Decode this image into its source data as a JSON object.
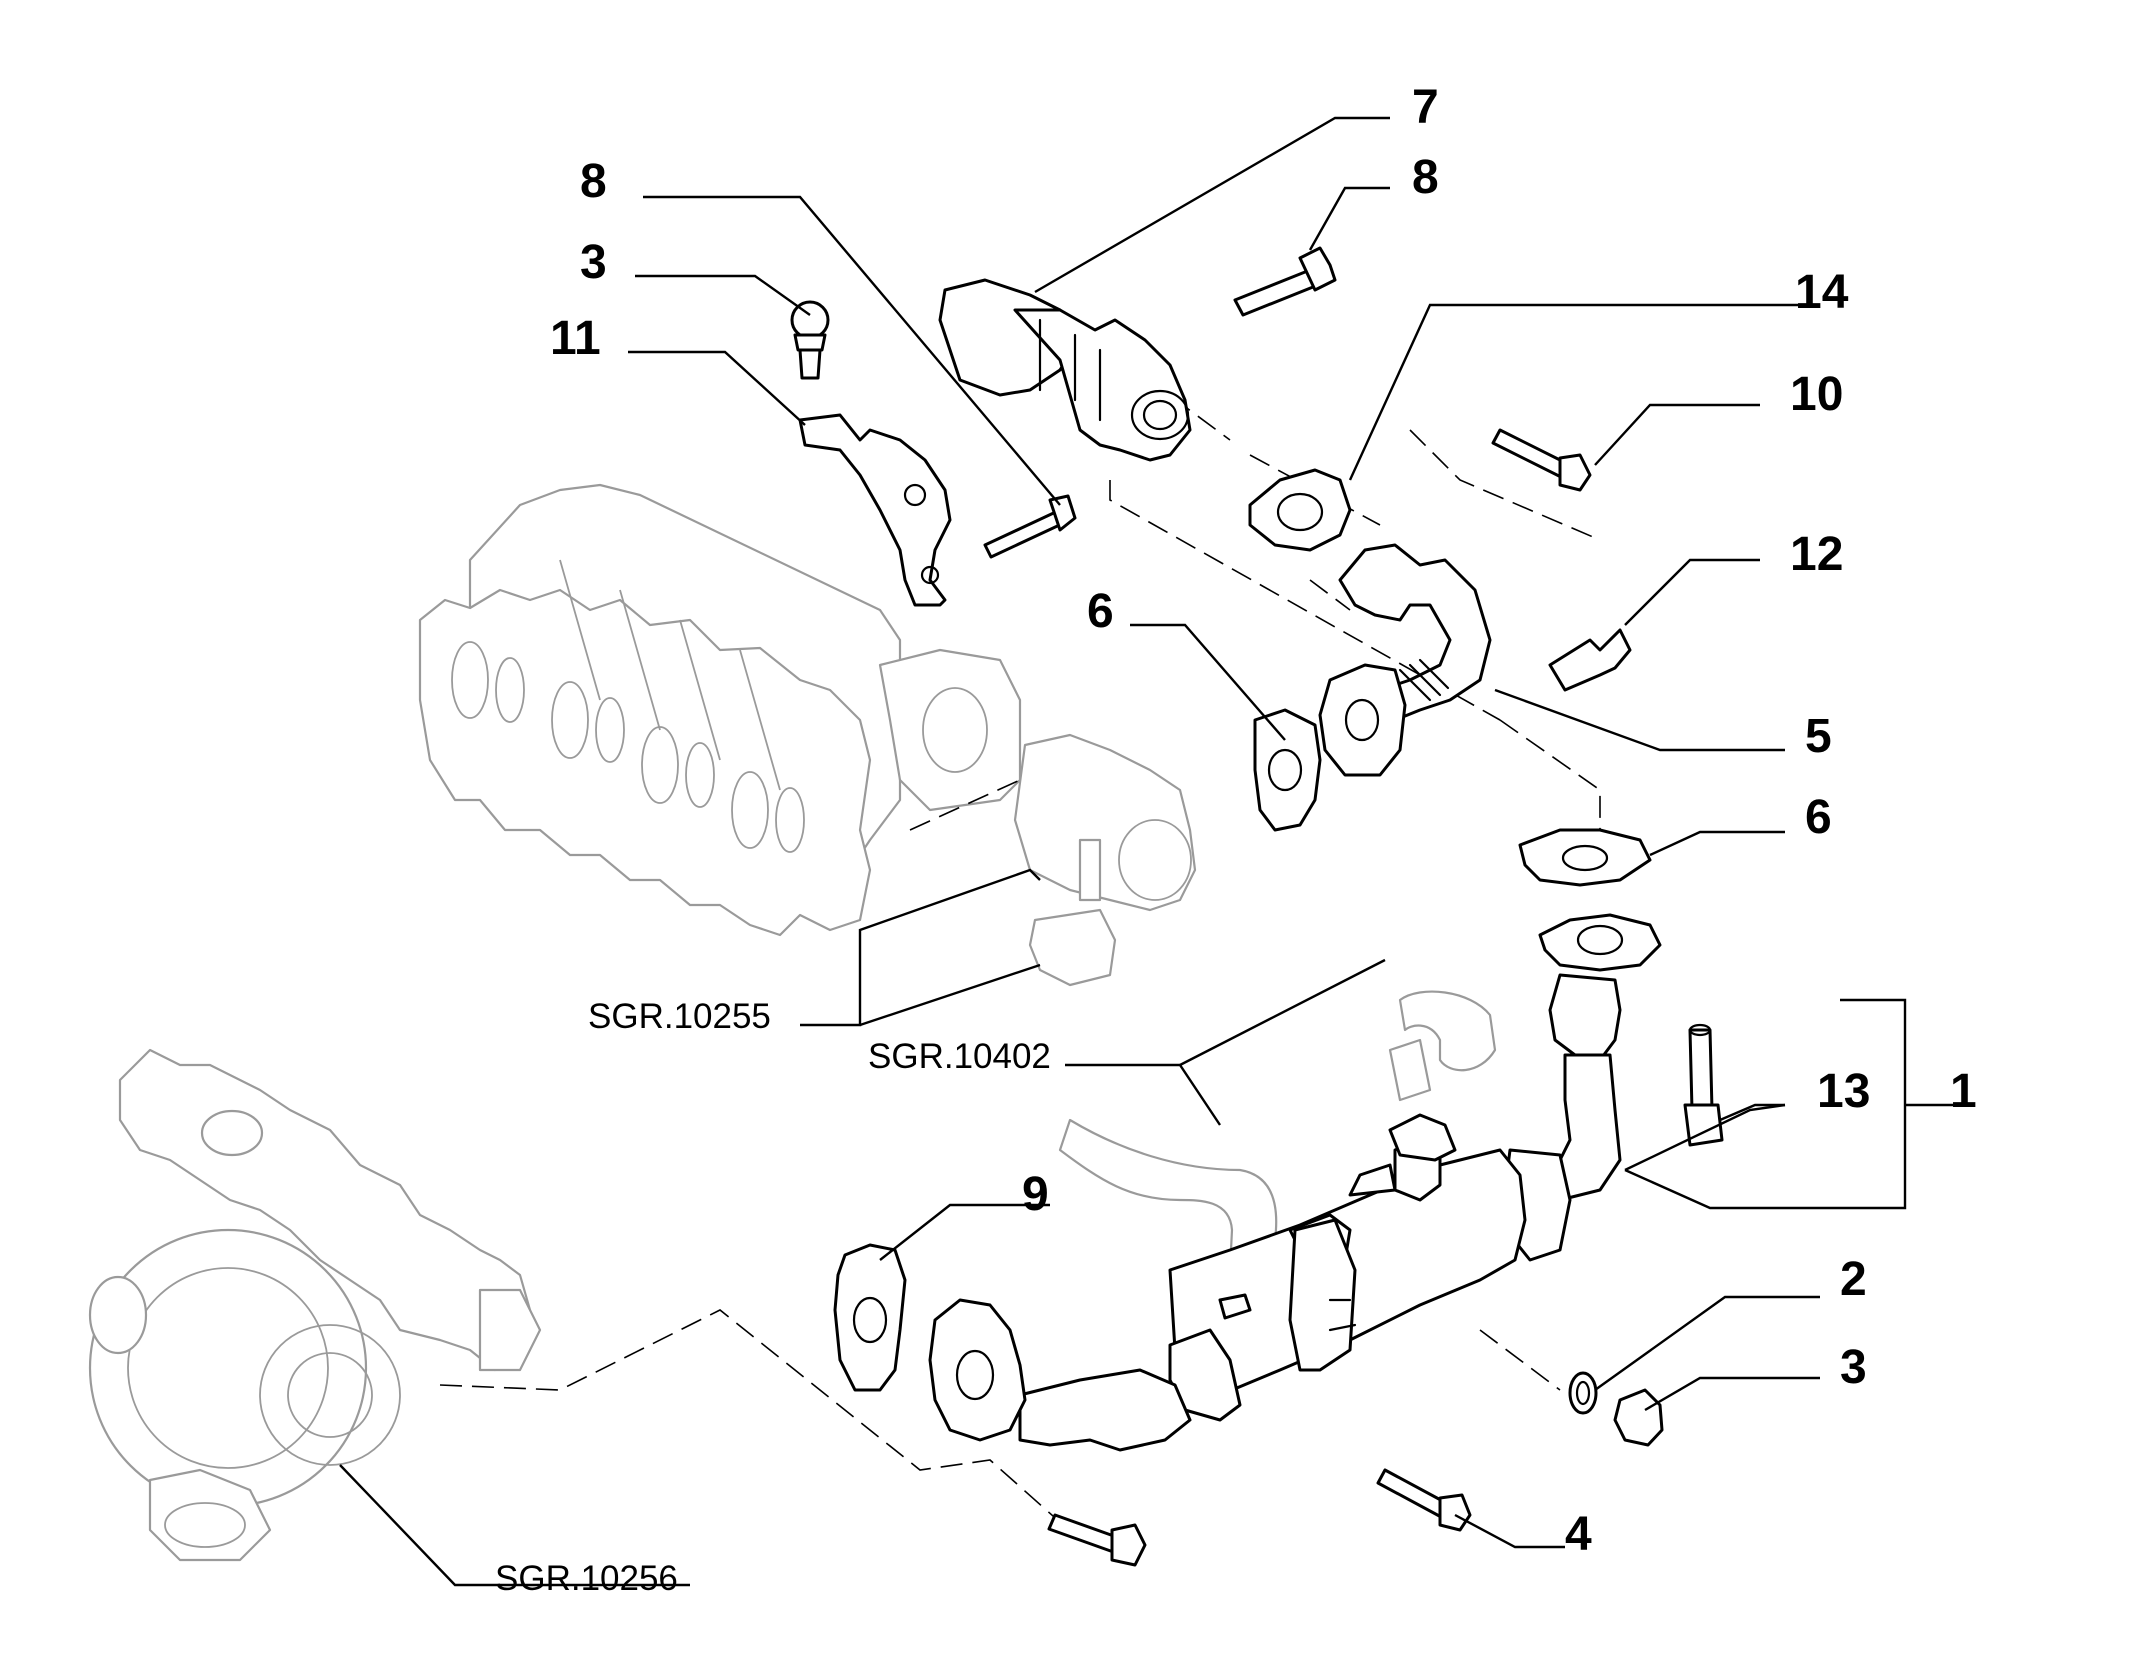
{
  "callouts": {
    "c1": "1",
    "c2": "2",
    "c3a": "3",
    "c3b": "3",
    "c4": "4",
    "c5": "5",
    "c6a": "6",
    "c6b": "6",
    "c7": "7",
    "c8a": "8",
    "c8b": "8",
    "c9": "9",
    "c10": "10",
    "c11": "11",
    "c12": "12",
    "c13": "13",
    "c14": "14"
  },
  "references": {
    "r10255": "SGR.10255",
    "r10402": "SGR.10402",
    "r10256": "SGR.10256"
  }
}
